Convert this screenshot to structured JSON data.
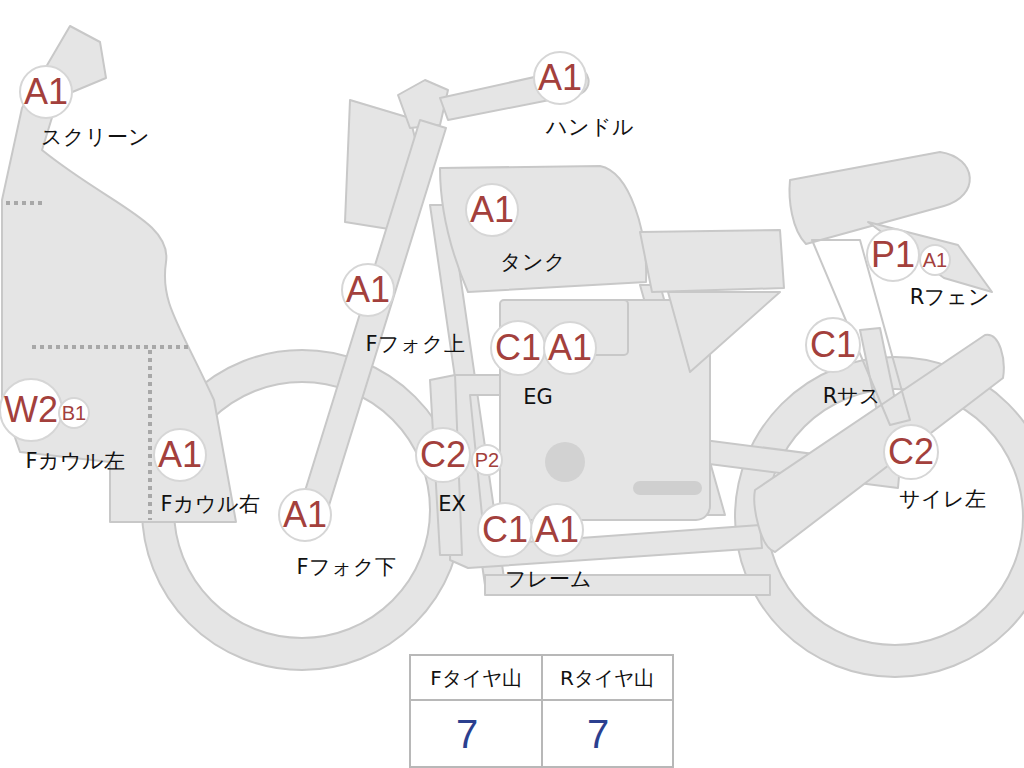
{
  "diagram": {
    "nodes": [
      {
        "text": [
          "A1"
        ]
      },
      {
        "text": [
          "A1"
        ]
      },
      {
        "text": [
          "A1"
        ]
      },
      {
        "text": [
          "P1"
        ]
      },
      {
        "text": [
          "A1"
        ]
      },
      {
        "text": [
          "A1"
        ]
      },
      {
        "text": [
          "C1"
        ]
      },
      {
        "text": [
          "A1"
        ]
      },
      {
        "text": [
          "C1"
        ]
      },
      {
        "text": [
          "W2"
        ]
      },
      {
        "text": [
          "B1"
        ]
      },
      {
        "text": [
          "C2"
        ]
      },
      {
        "text": [
          "P2"
        ]
      },
      {
        "text": [
          "A1"
        ]
      },
      {
        "text": [
          "C2"
        ]
      },
      {
        "text": [
          "A1"
        ]
      },
      {
        "text": [
          "C1"
        ]
      },
      {
        "text": [
          "A1"
        ]
      }
    ],
    "labels": [
      "スクリーン",
      "ハンドル",
      "タンク",
      "Rフェン",
      "Fフォク上",
      "EG",
      "Rサス",
      "Fカウル左",
      "Fカウル右",
      "EX",
      "サイレ左",
      "Fフォク下",
      "フレーム",
      "Fタイヤ山",
      "Rタイヤ山",
      "7",
      "7"
    ]
  }
}
